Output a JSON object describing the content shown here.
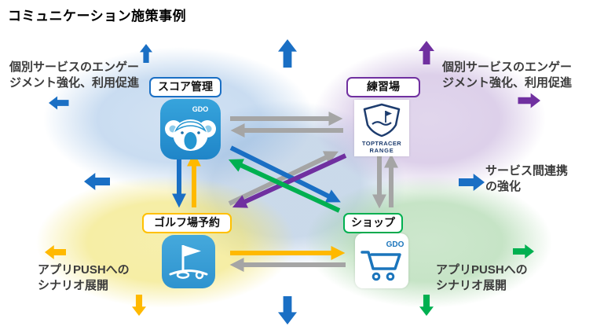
{
  "title": "コミュニケーション施策事例",
  "nodes": {
    "score": {
      "label": "スコア管理",
      "icon_brand": "GDO"
    },
    "range": {
      "label": "練習場",
      "logo_top": "TOPTRACER",
      "logo_bottom": "RANGE"
    },
    "golf": {
      "label": "ゴルフ場予約"
    },
    "shop": {
      "label": "ショップ",
      "icon_brand": "GDO"
    }
  },
  "annotations": {
    "top_left": {
      "line1": "個別サービスのエンゲー",
      "line2": "ジメント強化、利用促進"
    },
    "top_right": {
      "line1": "個別サービスのエンゲー",
      "line2": "ジメント強化、利用促進"
    },
    "mid_right": {
      "line1": "サービス間連携",
      "line2": "の強化"
    },
    "bottom_left": {
      "line1": "アプリPUSHへの",
      "line2": "シナリオ展開"
    },
    "bottom_right": {
      "line1": "アプリPUSHへの",
      "line2": "シナリオ展開"
    }
  },
  "palette": {
    "blue": "#1A6FC4",
    "purple": "#7030A0",
    "yellow": "#FFB900",
    "green": "#00B050",
    "gray": "#A5A5A5",
    "score_badge_border": "#1A6FC4",
    "range_badge_border": "#7030A0",
    "golf_badge_border": "#FFC000",
    "shop_badge_border": "#00B050",
    "ellipse_blue": "#C9DCF0",
    "ellipse_purple": "#E4D9EF",
    "ellipse_yellow": "#FAF3C0",
    "ellipse_green": "#D5EBD0"
  }
}
